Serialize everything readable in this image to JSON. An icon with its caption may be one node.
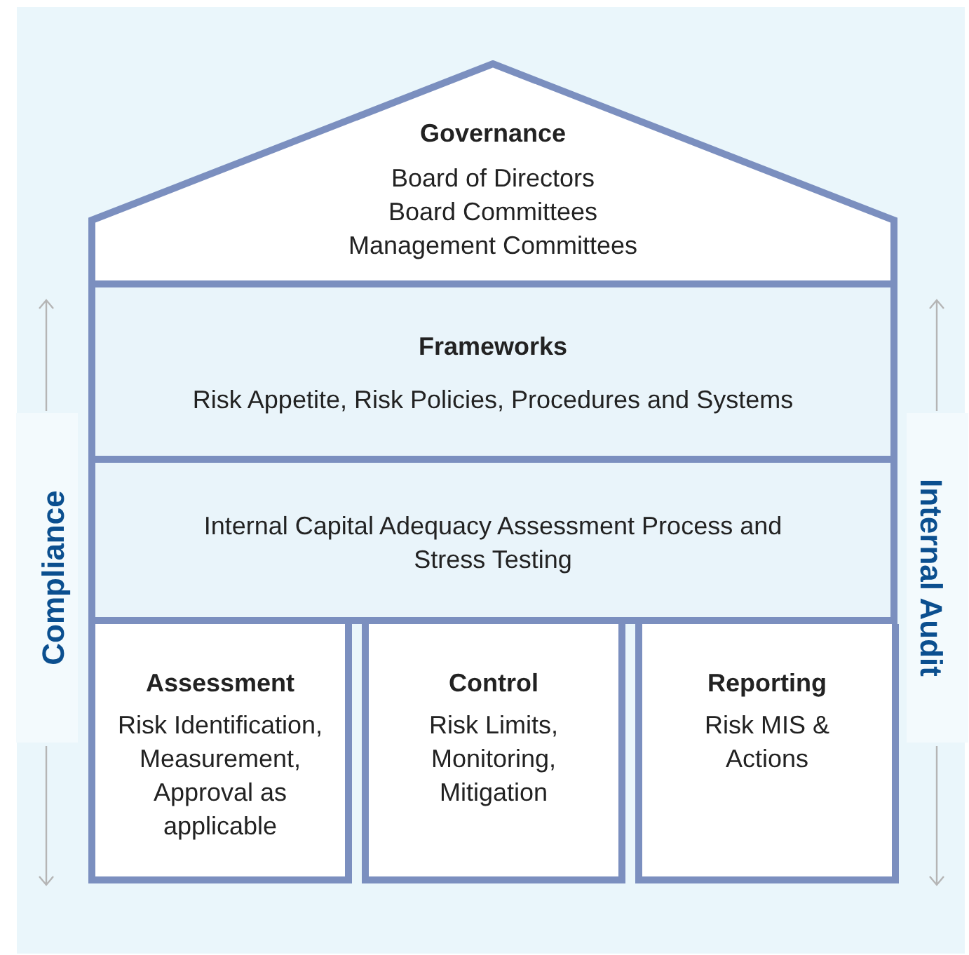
{
  "diagram": {
    "nodes": [
      {
        "text": [
          "Governance",
          "Board of Directors",
          "Board Committees",
          "Management Committees"
        ]
      },
      {
        "text": [
          "Frameworks",
          "Risk Appetite, Risk Policies, Procedures and Systems"
        ]
      },
      {
        "text": [
          "Internal Capital Adequacy Assessment Process and Stress Testing"
        ]
      },
      {
        "text": [
          "Assessment",
          "Risk Identification, Measurement, Approval as applicable"
        ]
      },
      {
        "text": [
          "Control",
          "Risk Limits, Monitoring, Mitigation"
        ]
      },
      {
        "text": [
          "Reporting",
          "Risk MIS & Actions"
        ]
      }
    ],
    "edges": [],
    "labels": [
      "Compliance",
      "Internal Audit"
    ]
  }
}
